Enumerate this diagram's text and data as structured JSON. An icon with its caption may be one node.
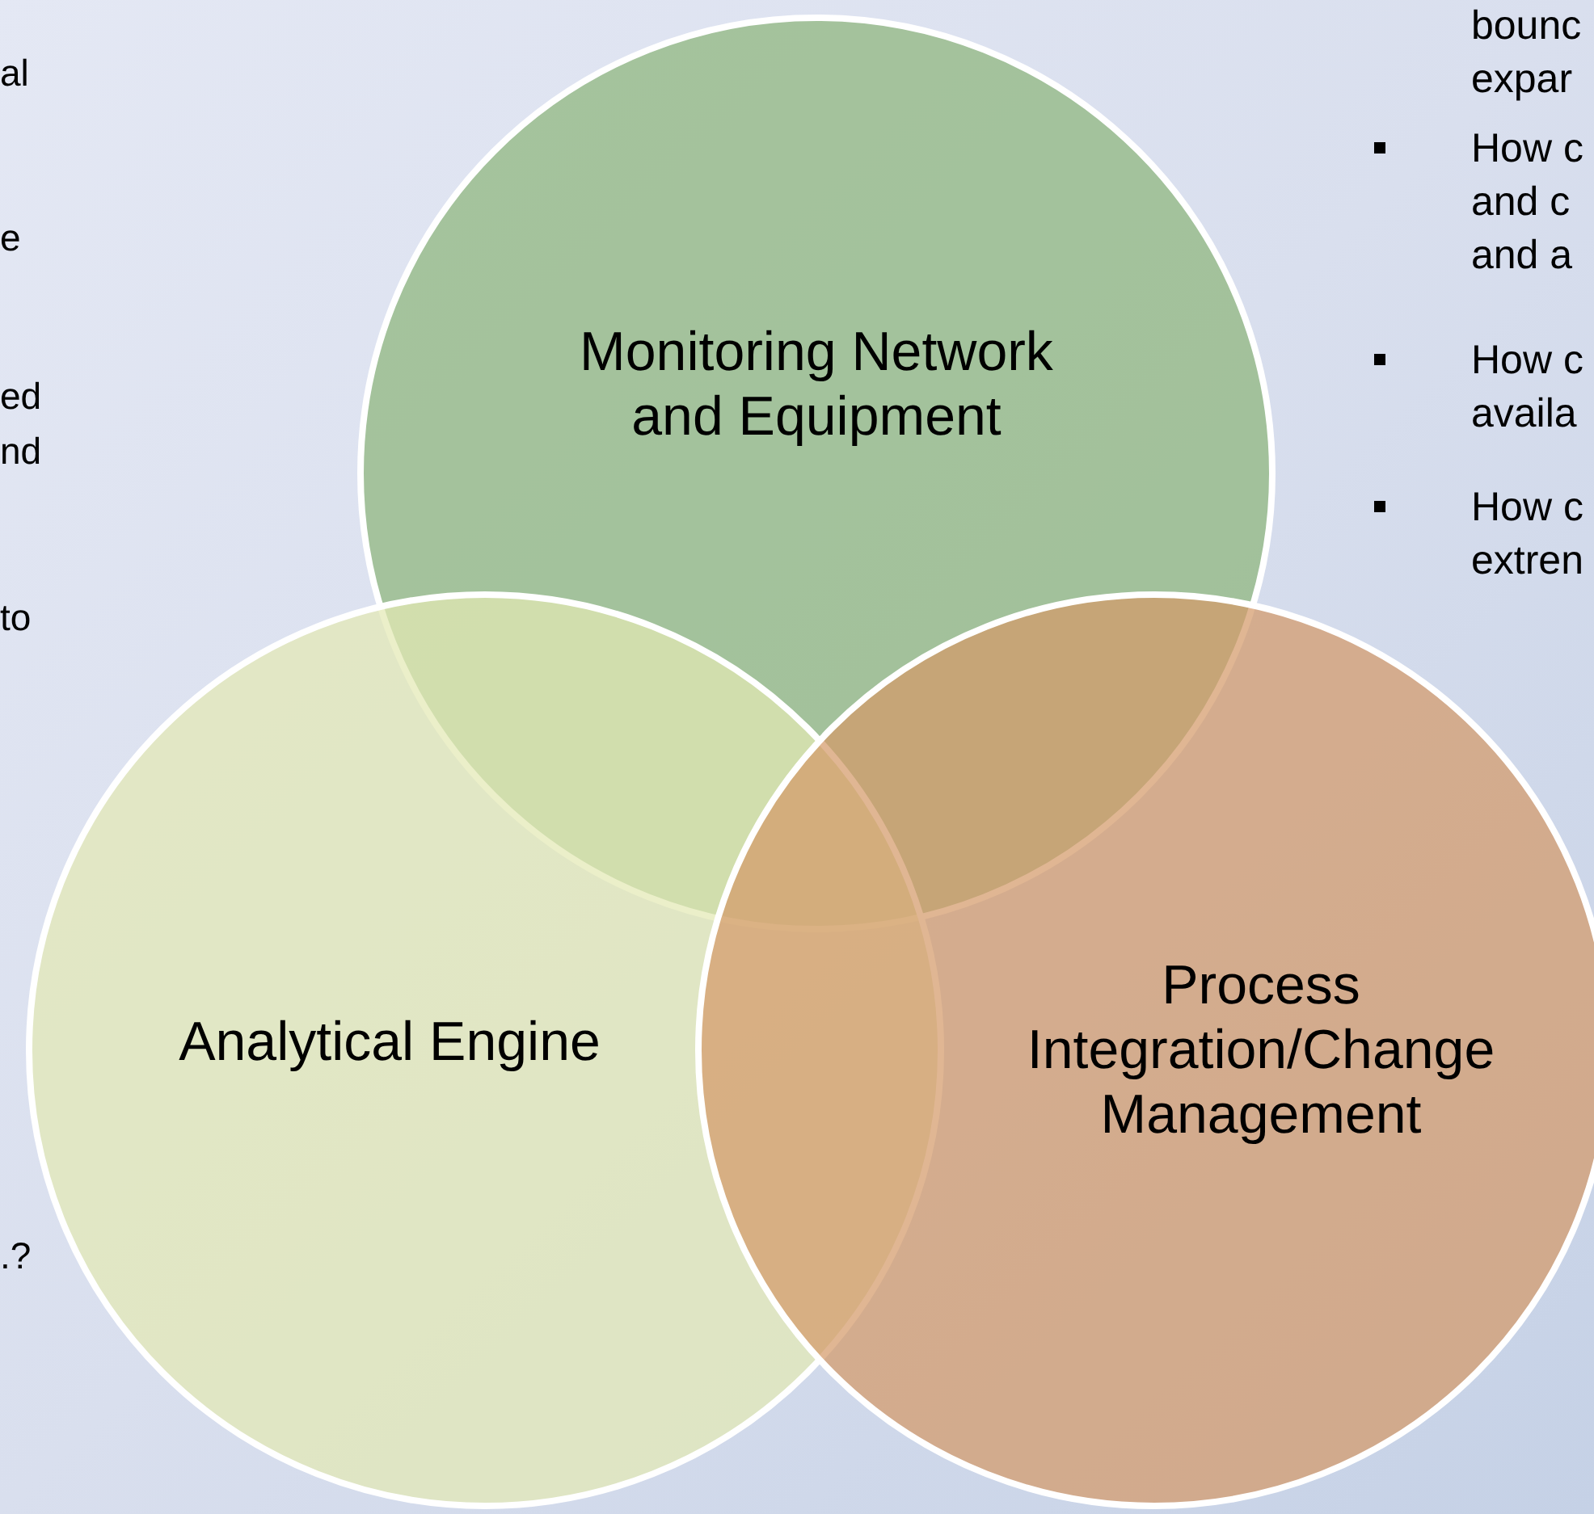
{
  "diagram": {
    "nodes": [
      {
        "text": [
          "Monitoring Network and Equipment"
        ]
      },
      {
        "text": [
          "Analytical Engine"
        ]
      },
      {
        "text": [
          "Process Integration/Change Management"
        ]
      }
    ],
    "labels": [
      "al",
      "e",
      "ed nd",
      "to",
      ".?",
      "bounc expar",
      "How c and c and a",
      "How c availa",
      "How c extren"
    ]
  }
}
